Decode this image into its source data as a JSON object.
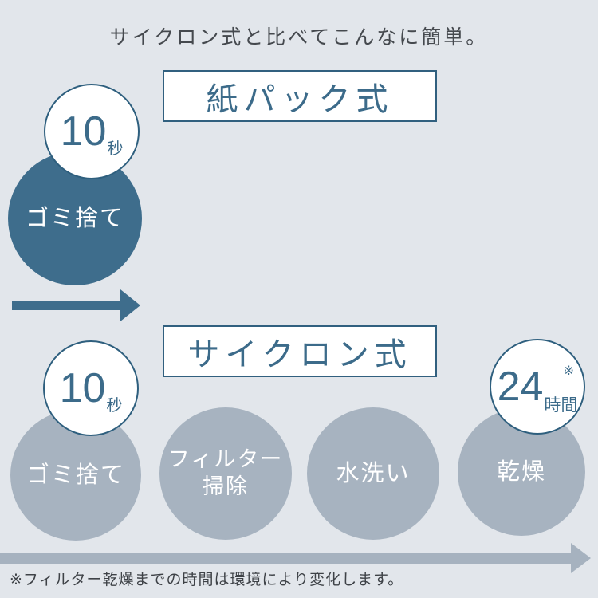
{
  "title": "サイクロン式と比べてこんなに簡単。",
  "colors": {
    "background": "#e2e6eb",
    "teal_fill": "#3e6d8c",
    "teal_text": "#3c6b8a",
    "teal_border": "#2e5f7e",
    "gray_circle": "#a7b3c0",
    "gray_arrow": "#a6b2bf",
    "heading_text": "#45494e",
    "white": "#ffffff"
  },
  "paper_pack": {
    "heading": "紙パック式",
    "time_badge": {
      "value": "10",
      "unit": "秒"
    },
    "step": "ゴミ捨て"
  },
  "cyclone": {
    "heading": "サイクロン式",
    "time_badge_start": {
      "value": "10",
      "unit": "秒"
    },
    "time_badge_end": {
      "value": "24",
      "unit": "時間",
      "note_mark": "※"
    },
    "steps": [
      "ゴミ捨て",
      "フィルター\n掃除",
      "水洗い",
      "乾燥"
    ]
  },
  "footnote": "※フィルター乾燥までの時間は環境により変化します。"
}
